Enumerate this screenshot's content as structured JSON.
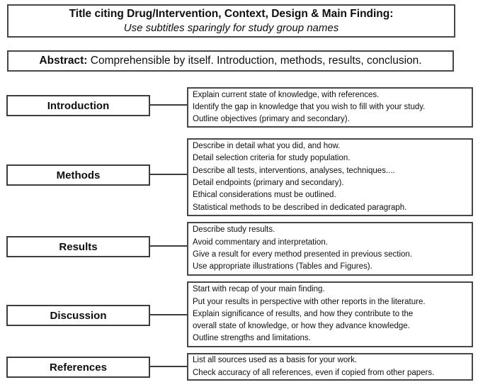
{
  "title_box": {
    "main": "Title citing Drug/Intervention, Context, Design & Main Finding:",
    "subtitle": "Use subtitles sparingly for study group names"
  },
  "abstract_box": {
    "label": "Abstract:",
    "text": " Comprehensible by itself. Introduction, methods, results, conclusion."
  },
  "sections": [
    {
      "name": "Introduction",
      "notes": [
        "Explain current state of knowledge, with references.",
        "Identify the gap in knowledge that you wish to fill with your study.",
        "Outline objectives (primary and secondary)."
      ]
    },
    {
      "name": "Methods",
      "notes": [
        "Describe in detail what you did, and how.",
        "Detail selection criteria for study population.",
        "Describe all tests, interventions, analyses, techniques....",
        "Detail endpoints (primary and secondary).",
        "Ethical considerations must be outlined.",
        "Statistical methods to be described in dedicated paragraph."
      ]
    },
    {
      "name": "Results",
      "notes": [
        "Describe study results.",
        "Avoid commentary and interpretation.",
        "Give a result for every method presented in previous section.",
        "Use appropriate illustrations (Tables and Figures)."
      ]
    },
    {
      "name": "Discussion",
      "notes": [
        "Start with recap of your main finding.",
        "Put your results in perspective with other reports in the literature.",
        "Explain significance of results, and how they contribute to the",
        "overall state of knowledge, or how they advance knowledge.",
        "Outline strengths and limitations."
      ]
    },
    {
      "name": "References",
      "notes": [
        "List all sources used as a basis for your work.",
        "Check accuracy of all references,  even if copied from other papers."
      ]
    }
  ],
  "colors": {
    "border": "#474747",
    "label_border": "#3d3d3d",
    "text": "#0f0f0f",
    "background": "#ffffff"
  }
}
